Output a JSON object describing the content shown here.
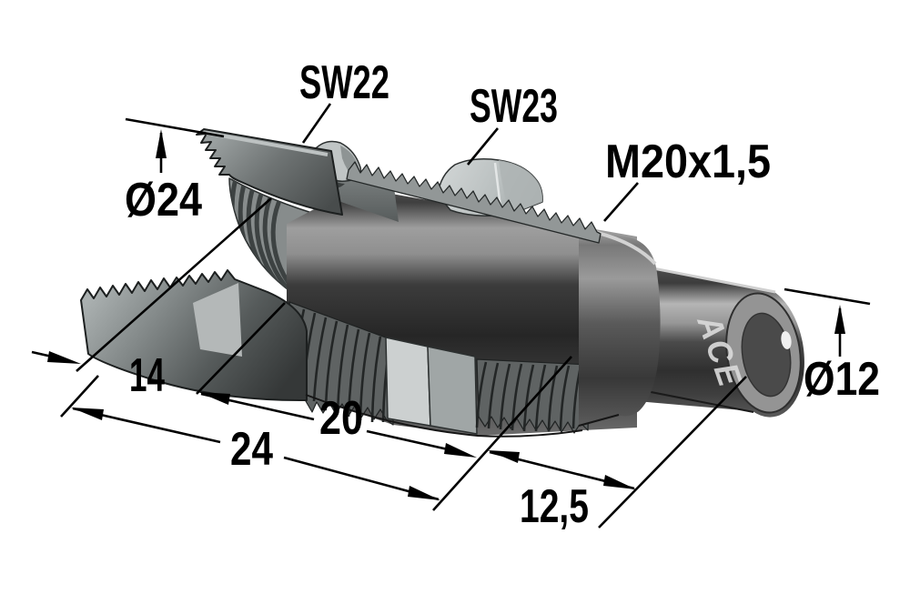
{
  "drawing": {
    "title": "shock-absorber-product-drawing",
    "background": "#ffffff",
    "text_color": "#000000",
    "line_color": "#000000",
    "metal_colors": {
      "dark": "#2e2e2e",
      "mid": "#6f6f6f",
      "light": "#b5b5b5",
      "highlight": "#d9d9d9"
    },
    "labels": {
      "wrench_flat_cap": "SW22",
      "wrench_flat_nut": "SW23",
      "thread_spec": "M20x1,5",
      "cap_outer_diameter": "Ø24",
      "rod_diameter": "Ø12",
      "cap_length": "14",
      "thread_length": "20",
      "body_length": "24",
      "rod_length": "12,5",
      "brand": "ACE"
    }
  }
}
